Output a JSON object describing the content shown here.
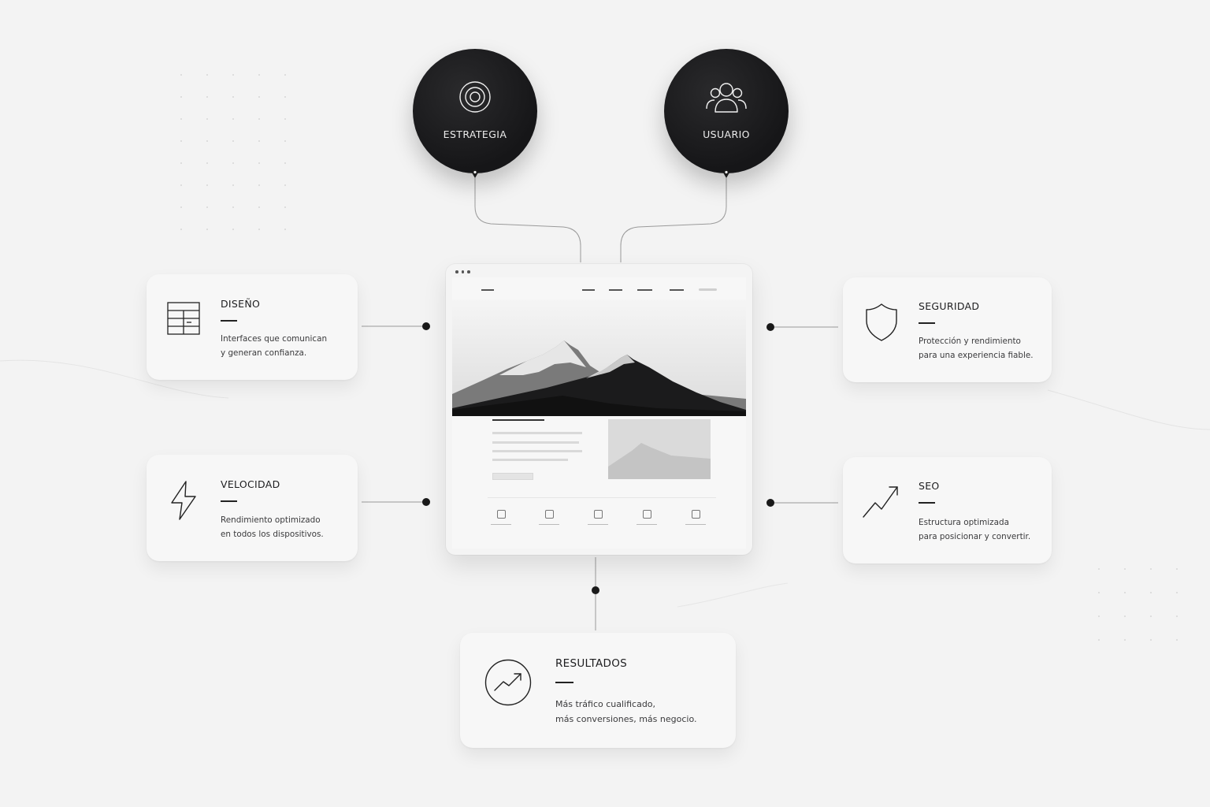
{
  "colors": {
    "background": "#f3f3f3",
    "dark": "#161618",
    "card": "#f7f7f7"
  },
  "top_nodes": [
    {
      "label": "ESTRATEGIA",
      "icon": "target-icon"
    },
    {
      "label": "USUARIO",
      "icon": "users-icon"
    }
  ],
  "cards": {
    "diseno": {
      "title": "DISEÑO",
      "icon": "layout-grid-icon",
      "desc1": "Interfaces que comunican",
      "desc2": "y generan confianza."
    },
    "velocidad": {
      "title": "VELOCIDAD",
      "icon": "lightning-icon",
      "desc1": "Rendimiento optimizado",
      "desc2": "en todos los dispositivos."
    },
    "seguridad": {
      "title": "SEGURIDAD",
      "icon": "shield-icon",
      "desc1": "Protección y rendimiento",
      "desc2": "para una experiencia fiable."
    },
    "seo": {
      "title": "SEO",
      "icon": "trending-up-icon",
      "desc1": "Estructura optimizada",
      "desc2": "para posicionar y convertir."
    },
    "resultados": {
      "title": "RESULTADOS",
      "icon": "growth-circle-icon",
      "desc1": "Más tráfico cualificado,",
      "desc2": "más conversiones, más negocio."
    }
  },
  "mockup": {
    "hero_image": "mountain-landscape",
    "feature_count": 5
  }
}
